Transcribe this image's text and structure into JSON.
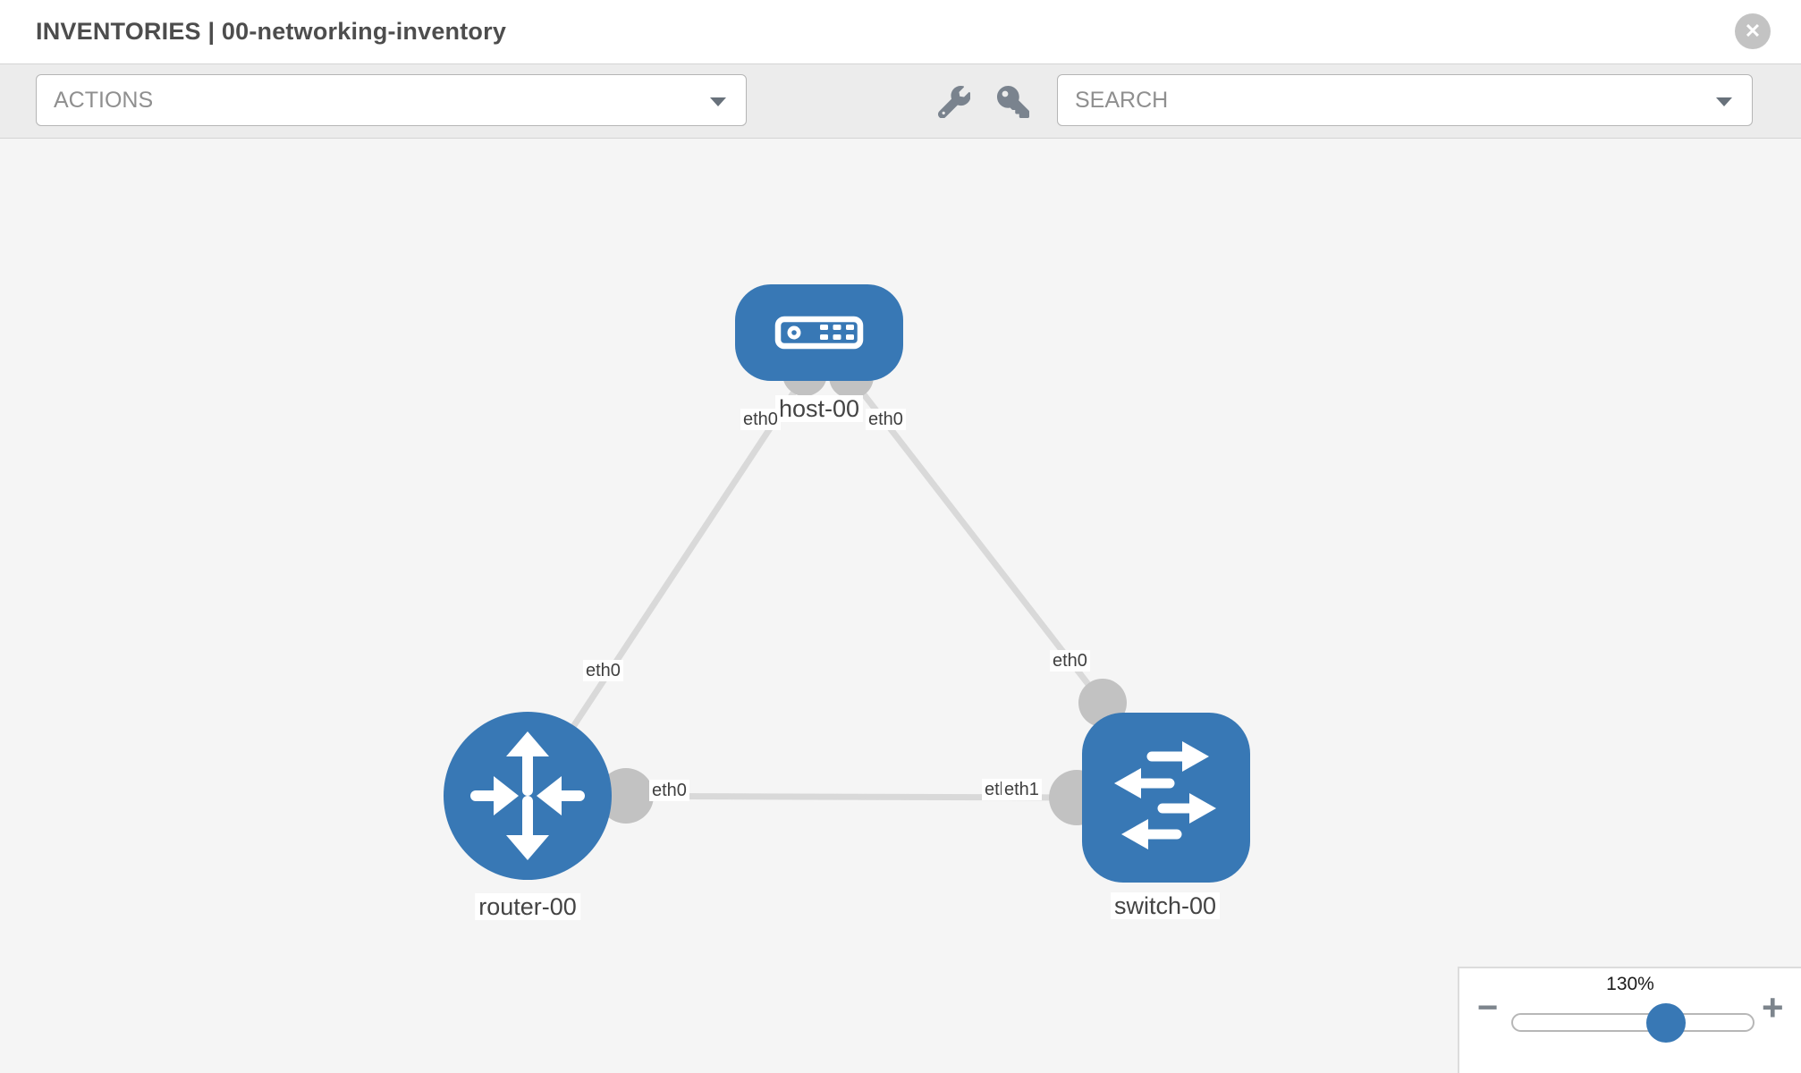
{
  "header": {
    "title": "INVENTORIES | 00-networking-inventory",
    "close_icon": "✕"
  },
  "toolbar": {
    "actions_label": "ACTIONS",
    "search_placeholder": "SEARCH"
  },
  "topology": {
    "nodes": [
      {
        "id": "host-00",
        "type": "host",
        "label": "host-00"
      },
      {
        "id": "router-00",
        "type": "router",
        "label": "router-00"
      },
      {
        "id": "switch-00",
        "type": "switch",
        "label": "switch-00"
      }
    ],
    "links": [
      {
        "source": "host-00",
        "source_interface": "eth0",
        "target": "router-00",
        "target_interface": "eth0"
      },
      {
        "source": "host-00",
        "source_interface": "eth0",
        "target": "switch-00",
        "target_interface": "eth0"
      },
      {
        "source": "router-00",
        "source_interface": "eth0",
        "target": "switch-00",
        "target_interface": "eth1"
      }
    ],
    "if_labels": {
      "host_left": "eth0",
      "host_right": "eth0",
      "router_top": "eth0",
      "switch_top": "eth0",
      "router_right": "eth0",
      "switch_left_back": "eth0",
      "switch_left_front": "eth1"
    }
  },
  "zoom_control": {
    "level": "130%",
    "minus_label": "−",
    "plus_label": "+"
  },
  "colors": {
    "node_blue": "#3878b5",
    "link_gray": "#d9d9d9",
    "connector_gray": "#c2c2c2",
    "canvas_bg": "#f5f5f5",
    "toolbar_bg": "#ececec"
  }
}
